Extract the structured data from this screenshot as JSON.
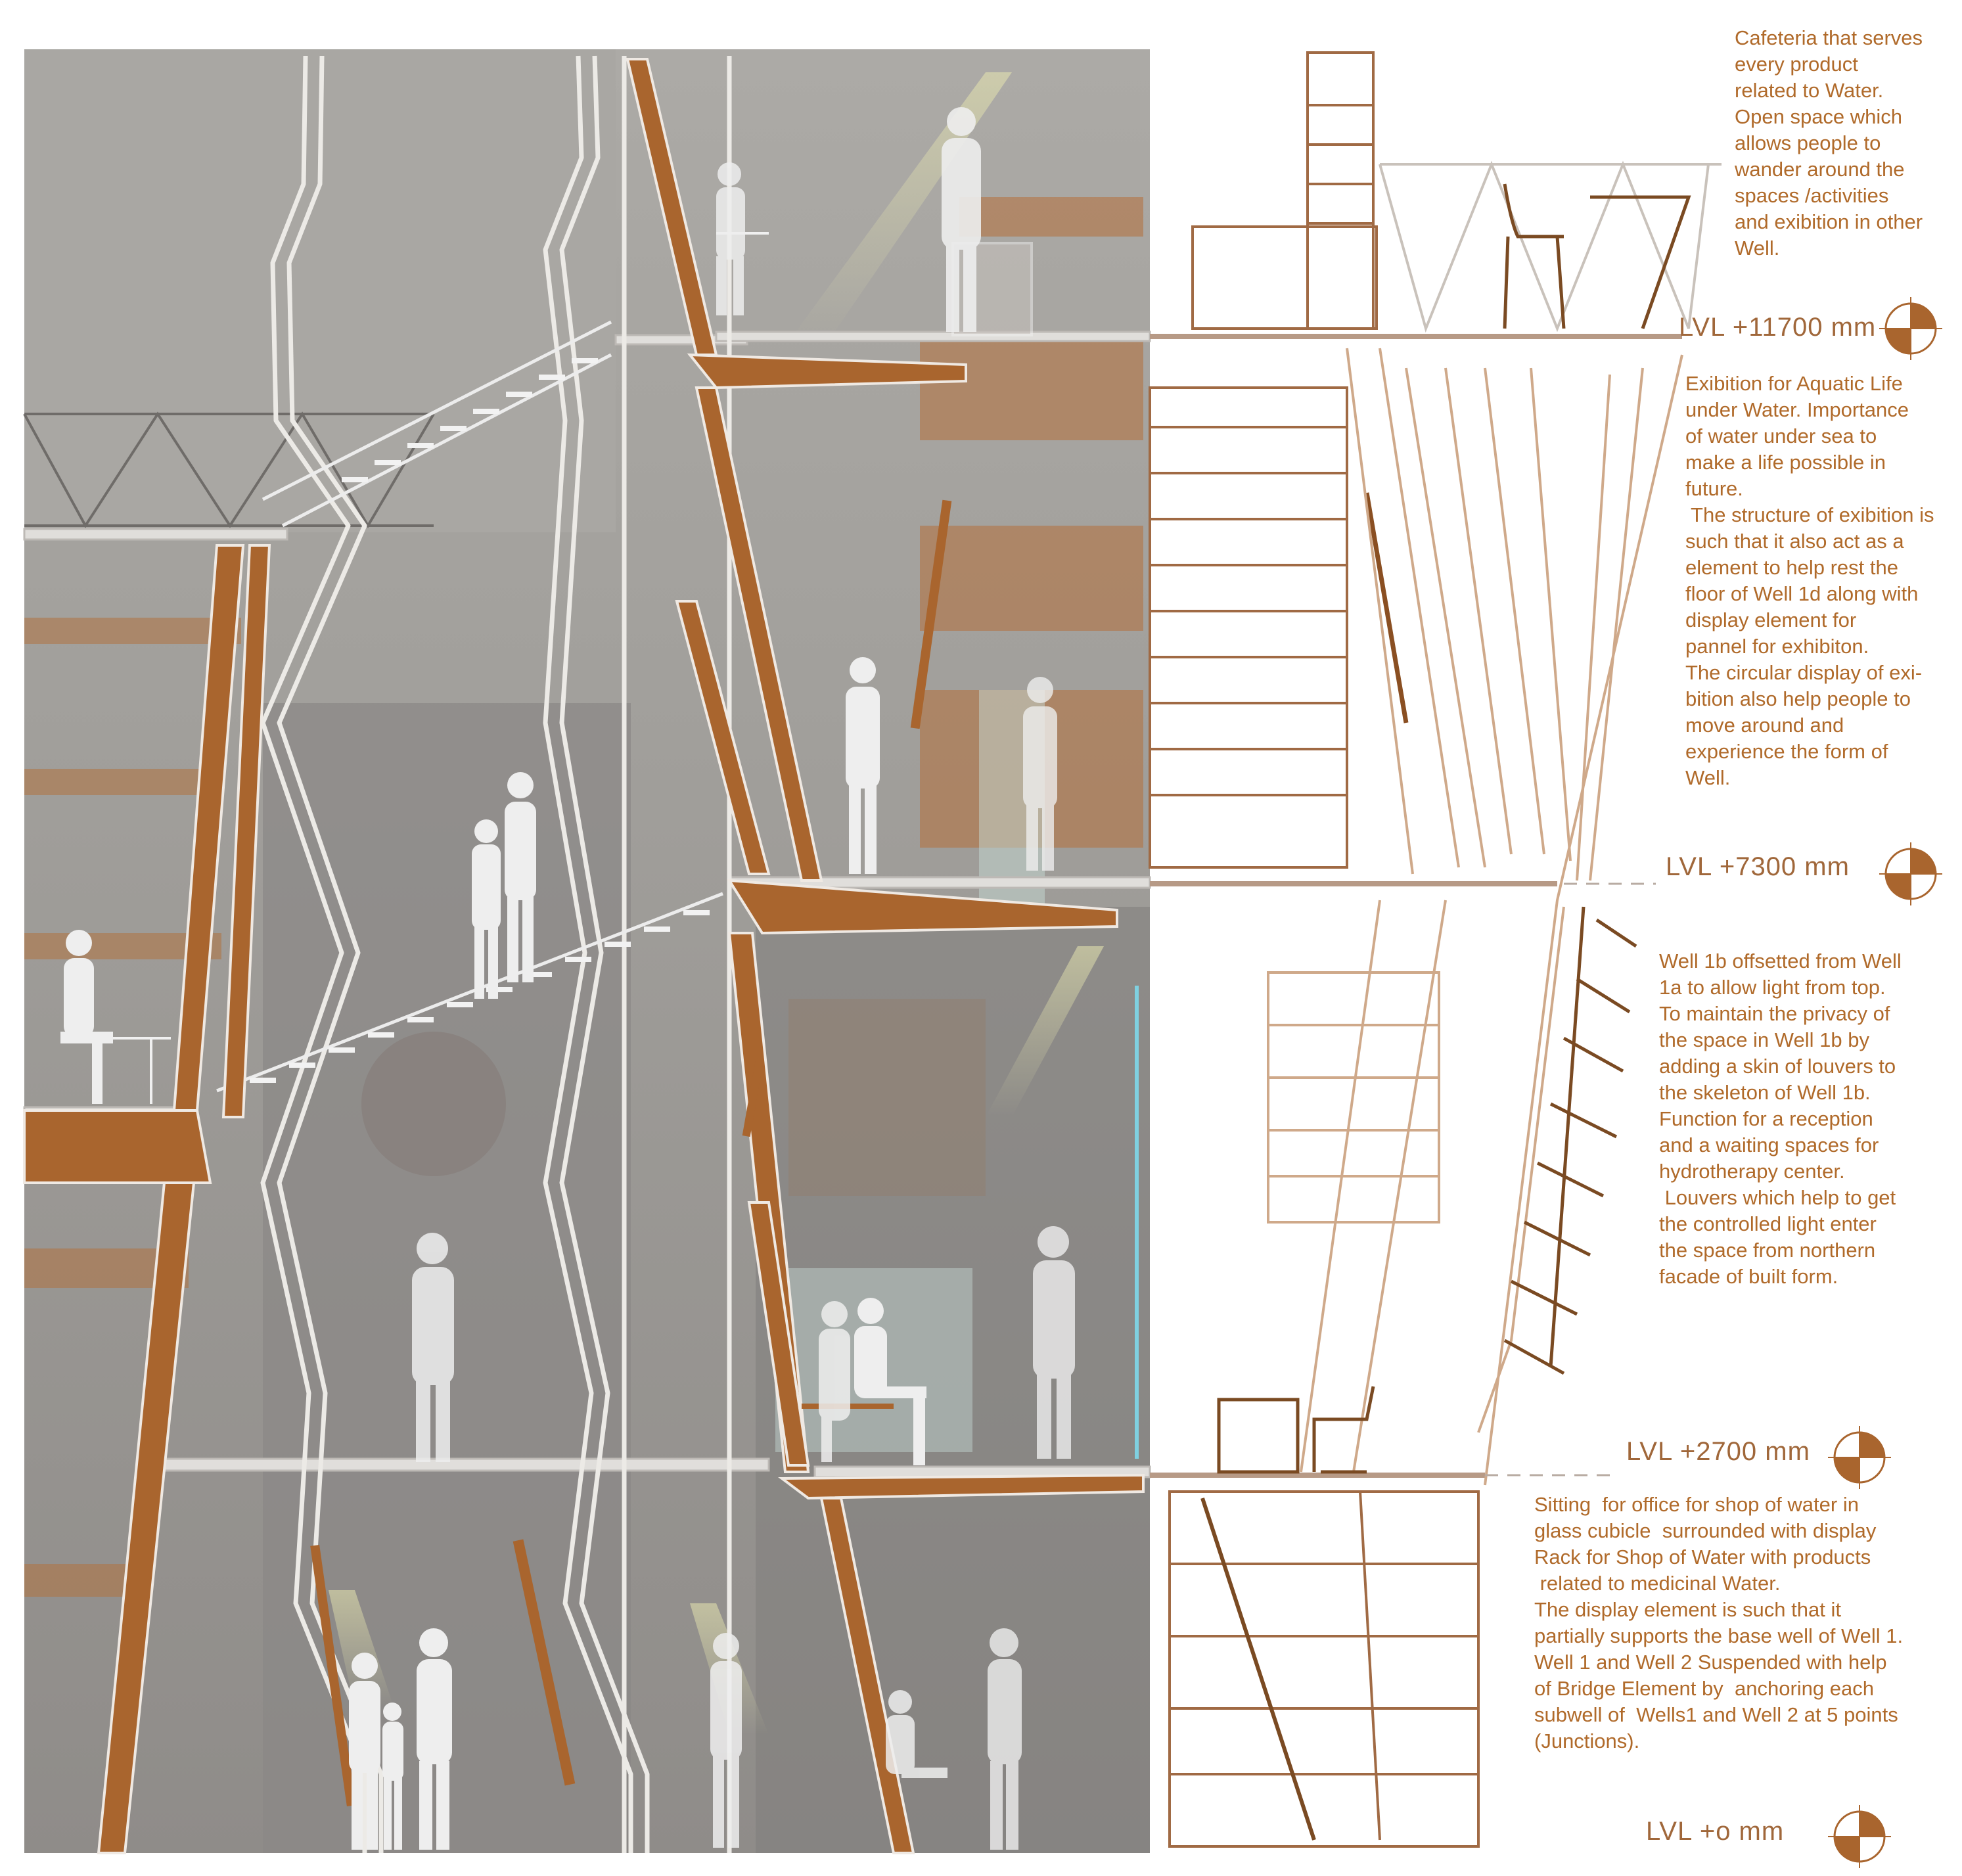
{
  "colors": {
    "wood": "#a9652e",
    "wood_dark": "#8a4f22",
    "render_bg": "#9a9794",
    "render_upper": "#a8a6a2",
    "steel_outline": "#e4e2df",
    "glass": "#c6d9d4",
    "silhouette": "#ececec",
    "line_light": "#cfa98a",
    "line_dark": "#6e3a15",
    "annotation": "#b06a2a",
    "marker": "#a9652e"
  },
  "levels": [
    {
      "id": "lvl-11700",
      "label": "LVL  +11700 mm"
    },
    {
      "id": "lvl-7300",
      "label": "LVL  +7300 mm"
    },
    {
      "id": "lvl-2700",
      "label": "LVL  +2700 mm"
    },
    {
      "id": "lvl-0",
      "label": "LVL  +o mm"
    }
  ],
  "notes": {
    "cafeteria": [
      "Cafeteria that serves",
      "every product",
      "related to Water.",
      "Open space which",
      "allows people to",
      "wander around the",
      "spaces /activities",
      "and exibition in other",
      "Well."
    ],
    "exibition": [
      "Exibition for Aquatic Life",
      "under Water. Importance",
      "of water under sea to",
      "make a life possible in",
      "future.",
      " The structure of exibition is",
      "such that it also act as a",
      "element to help rest the",
      "floor of Well 1d  along with",
      "display element for",
      "pannel for exhibiton.",
      "The circular display of exi-",
      "bition also help people to",
      "move around and",
      "experience the form of",
      "Well."
    ],
    "well1b": [
      "Well 1b offsetted from Well",
      "1a  to allow light from top.",
      "To maintain the privacy of",
      "the space in Well 1b by",
      "adding a skin of louvers to",
      "the skeleton of  Well 1b.",
      "Function for a reception",
      "and a waiting spaces for",
      "hydrotherapy center.",
      " Louvers which help to get",
      "the controlled light enter",
      "the space from northern",
      "facade of built form."
    ],
    "sitting": [
      "Sitting  for office for shop of water in",
      "glass cubicle  surrounded with display",
      "Rack for Shop of Water with products",
      " related to medicinal Water.",
      "The display element is such that it",
      "partially supports the base well of Well 1.",
      "Well 1 and Well 2 Suspended with help",
      "of Bridge Element by  anchoring each",
      "subwell of  Wells1 and Well 2 at 5 points",
      "(Junctions)."
    ]
  }
}
